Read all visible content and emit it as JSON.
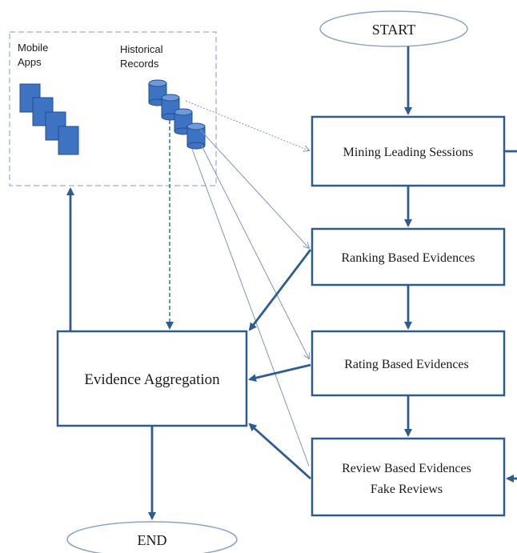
{
  "diagram": {
    "nodes": {
      "start": "START",
      "mining": "Mining Leading Sessions",
      "ranking": "Ranking Based Evidences",
      "rating": "Rating Based Evidences",
      "review_line1": "Review Based Evidences",
      "review_line2": "Fake Reviews",
      "aggregation": "Evidence Aggregation",
      "end": "END"
    },
    "sources": {
      "apps_line1": "Mobile",
      "apps_line2": "Apps",
      "records_line1": "Historical",
      "records_line2": "Records"
    },
    "colors": {
      "accent": "#2e5b92",
      "icon_fill": "#3e73c4",
      "source_border": "#a9bfdc"
    }
  }
}
